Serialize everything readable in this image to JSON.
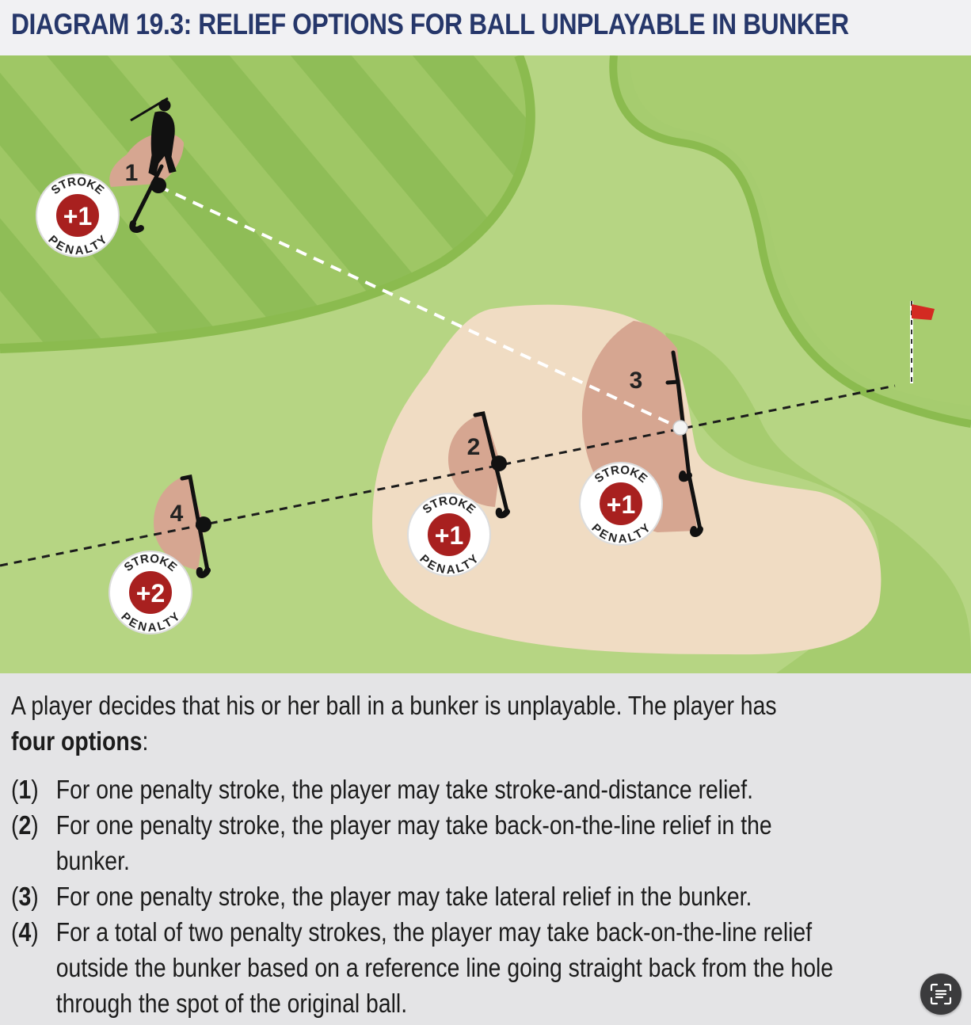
{
  "title": "DIAGRAM 19.3:  RELIEF OPTIONS FOR BALL UNPLAYABLE IN BUNKER",
  "colors": {
    "title": "#26376a",
    "fairway_light": "#b6d583",
    "fairway_stripe_light": "#9fc765",
    "fairway_stripe_dark": "#8fbd57",
    "rough": "#a6cc6f",
    "bunker_sand": "#f0dcc3",
    "relief_area": "#d6a691",
    "penalty_red": "#a8201f",
    "flag_red": "#d32a22"
  },
  "diagram": {
    "areas": [
      {
        "label": "1",
        "badge": {
          "top": "STROKE",
          "value": "+1",
          "bottom": "PENALTY"
        }
      },
      {
        "label": "2",
        "badge": {
          "top": "STROKE",
          "value": "+1",
          "bottom": "PENALTY"
        }
      },
      {
        "label": "3",
        "badge": {
          "top": "STROKE",
          "value": "+1",
          "bottom": "PENALTY"
        }
      },
      {
        "label": "4",
        "badge": {
          "top": "STROKE",
          "value": "+2",
          "bottom": "PENALTY"
        }
      }
    ],
    "icons": [
      "golfer-icon",
      "flag-icon",
      "golf-ball-icon",
      "club-icon",
      "tee-marker-icon"
    ]
  },
  "intro": {
    "line1": "A player decides that his or her ball in a bunker is unplayable. The player has",
    "bold": "four options",
    "after_bold": ":"
  },
  "options": [
    {
      "number": "1",
      "lines": [
        "For one penalty stroke, the player may take stroke-and-distance relief."
      ]
    },
    {
      "number": "2",
      "lines": [
        "For one penalty stroke, the player may take back-on-the-line relief in the",
        "bunker."
      ]
    },
    {
      "number": "3",
      "lines": [
        "For one penalty stroke, the player may take lateral relief in the bunker."
      ]
    },
    {
      "number": "4",
      "lines": [
        "For a total of two penalty strokes, the player may take back-on-the-line relief",
        "outside the bunker based on a reference line going straight back from the hole",
        "through the spot of the original ball."
      ]
    }
  ],
  "scan_button": {
    "icon": "text-scan-icon"
  }
}
